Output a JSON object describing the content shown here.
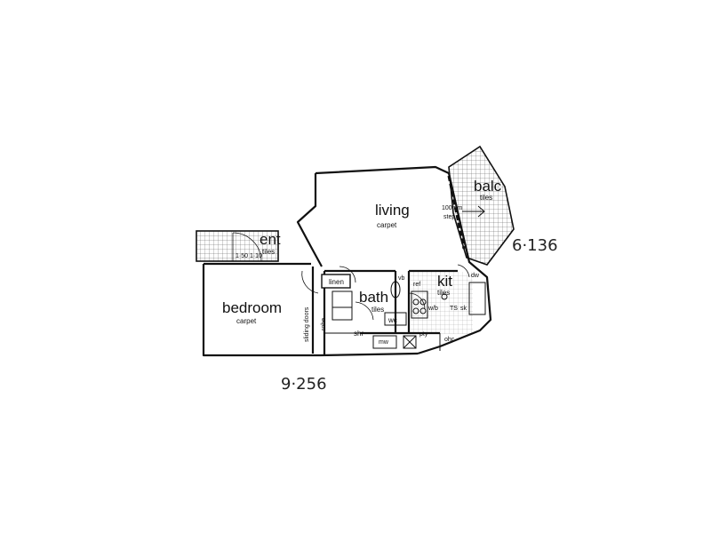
{
  "rooms": {
    "living": {
      "name": "living",
      "floor": "carpet"
    },
    "balc": {
      "name": "balc",
      "floor": "tiles"
    },
    "ent": {
      "name": "ent",
      "floor": "tiles"
    },
    "bedroom": {
      "name": "bedroom",
      "floor": "carpet"
    },
    "bath": {
      "name": "bath",
      "floor": "tiles"
    },
    "kit": {
      "name": "kit",
      "floor": "tiles"
    }
  },
  "fixtures": {
    "step_top": "100mm",
    "step_bottom": "step",
    "linen": "linen",
    "robe": "robe",
    "sliding_doors": "sliding doors",
    "shr": "shr",
    "wc": "wc",
    "vb": "vb",
    "ref": "ref",
    "wb": "w/b",
    "ts": "TS",
    "sk": "sk",
    "dw": "dw",
    "pty": "pty",
    "ohc": "ohc",
    "mw": "mw",
    "ent_dim": "1·50 1·10"
  },
  "dimensions": {
    "width": "9·256",
    "depth": "6·136"
  }
}
